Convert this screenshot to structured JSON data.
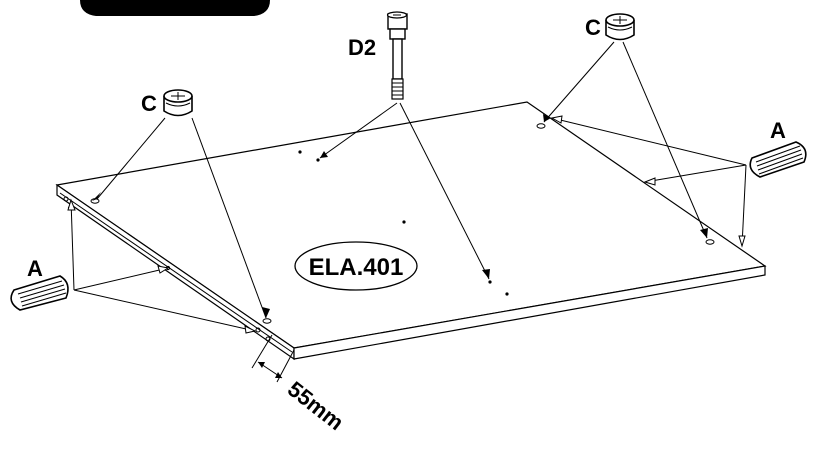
{
  "diagram": {
    "part_code": "ELA.401",
    "dimension_label": "55mm",
    "fittings": {
      "cam_lock_left": "C",
      "cam_lock_right": "C",
      "bolt": "D2",
      "dowel_left": "A",
      "dowel_right": "A"
    }
  },
  "colors": {
    "line": "#000000",
    "background": "#ffffff",
    "fill": "#ffffff"
  }
}
